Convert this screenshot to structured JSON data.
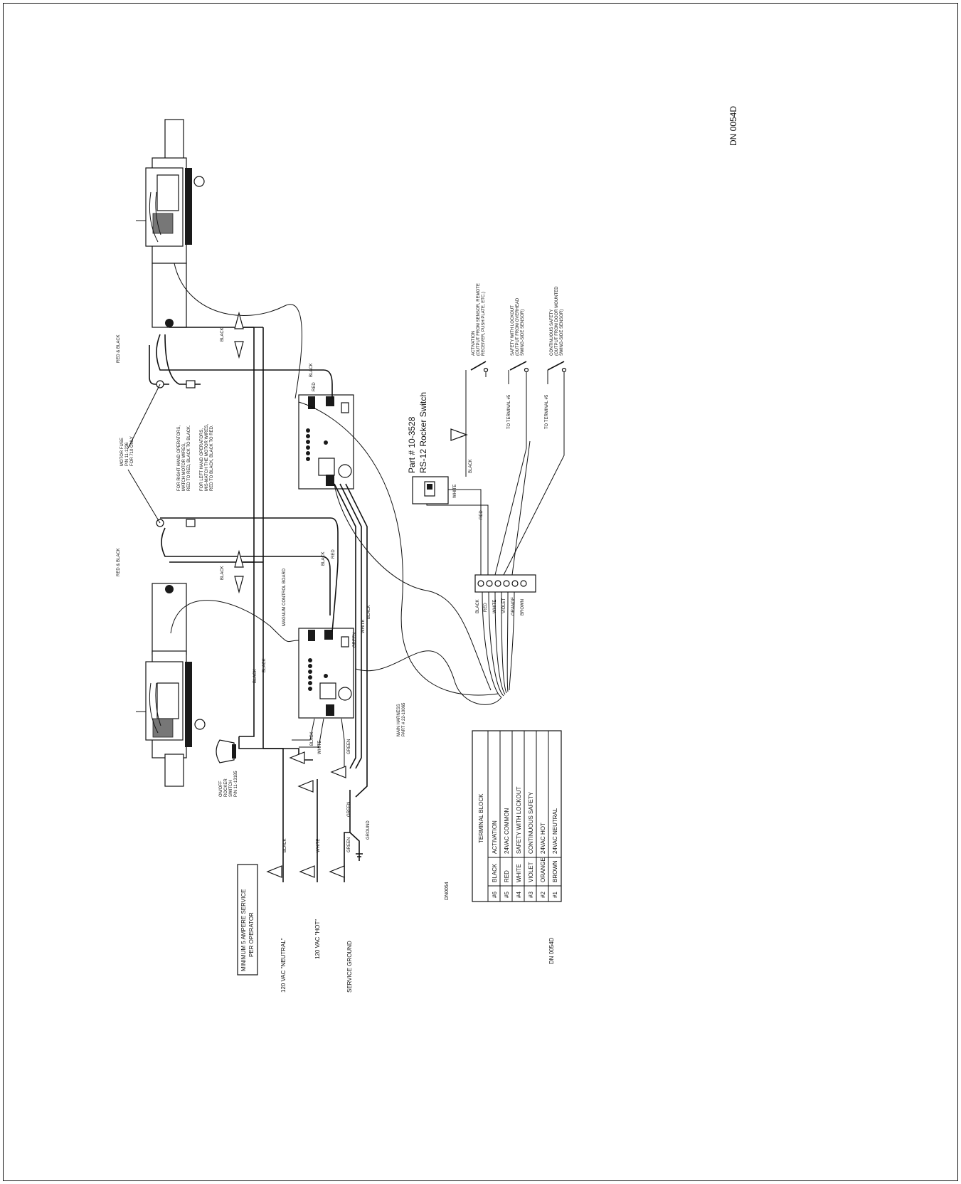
{
  "doc_number_top": "DN 0054D",
  "doc_number_bottom": "DN 0054D",
  "doc_code": "DN0054",
  "rocker": {
    "part_number": "Part # 10-3528",
    "name": "RS-12 Rocker Switch"
  },
  "inputs": {
    "activation": [
      "ACTIVATION",
      "(OUTPUT FROM SENSOR, REMOTE",
      "RECEIVER, PUSH PLATE, ETC.)"
    ],
    "safety_lockout": [
      "SAFETY WITH LOCKOUT",
      "(OUTPUT FROM OVERHEAD",
      "SWING-SIDE SENSOR)"
    ],
    "continuous_safety": [
      "CONTINUOUS SAFETY",
      "(OUTPUT FROM DOOR MOUNTED",
      "SWING-SIDE SENSOR)"
    ],
    "to_terminal_a": "TO TERMINAL #5",
    "to_terminal_b": "TO TERMINAL #5"
  },
  "motor_fuse": [
    "MOTOR FUSE",
    "P/N 11-1236",
    "FOR 710 ONLY"
  ],
  "motor_note": [
    "FOR RIGHT HAND OPERATORS,",
    "MATCH MOTOR WIRES,",
    "RED TO RED, BLACK TO BLACK.",
    "",
    "FOR LEFT HAND OPERATORS,",
    "MIS-MATCH THE MOTOR WIRES,",
    "RED TO BLACK, BLACK TO RED."
  ],
  "labels": {
    "red_black": "RED & BLACK",
    "black": "BLACK",
    "red": "RED",
    "white": "WHITE",
    "green": "GREEN",
    "magnum_board": "MAGNUM CONTROL BOARD",
    "main_harness": [
      "MAIN HARNESS",
      "PART # 22-10065"
    ],
    "onoff": [
      "ON/OFF",
      "ROCKER",
      "SWITCH",
      "P/N 11-13185"
    ],
    "ground": "GROUND"
  },
  "harness_wires": [
    "BLACK",
    "RED",
    "WHITE",
    "VIOLET",
    "ORANGE",
    "BROWN"
  ],
  "service": {
    "title": [
      "MINIMUM 5 AMPERE SERVICE",
      "PER OPERATOR"
    ],
    "neutral": "120 VAC \"NEUTRAL\"",
    "hot": "120 VAC \"HOT\"",
    "ground": "SERVICE GROUND"
  },
  "terminal_table": {
    "title": "TERMINAL BLOCK",
    "rows": [
      {
        "num": "#6",
        "color": "BLACK",
        "function": "ACTIVATION"
      },
      {
        "num": "#5",
        "color": "RED",
        "function": "24VAC COMMON"
      },
      {
        "num": "#4",
        "color": "WHITE",
        "function": "SAFETY WITH LOCKOUT"
      },
      {
        "num": "#3",
        "color": "VIOLET",
        "function": "CONTINUOUS SAFETY"
      },
      {
        "num": "#2",
        "color": "ORANGE",
        "function": "24VAC HOT"
      },
      {
        "num": "#1",
        "color": "BROWN",
        "function": "24VAC NEUTRAL"
      }
    ]
  }
}
